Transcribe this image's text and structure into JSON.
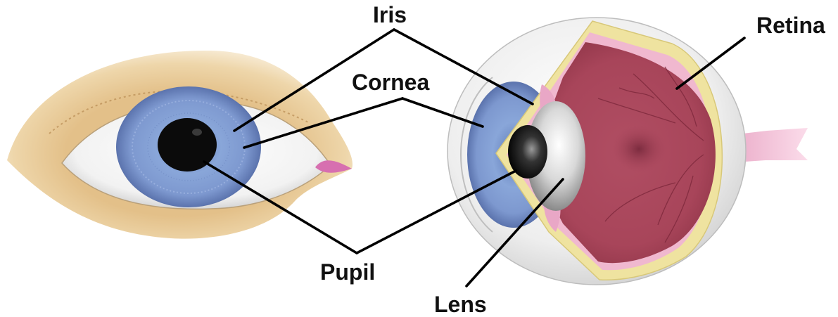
{
  "labels": {
    "iris": "Iris",
    "cornea": "Cornea",
    "retina": "Retina",
    "pupil": "Pupil",
    "lens": "Lens"
  },
  "colors": {
    "iris_blue": "#7f9fd4",
    "pupil_black": "#0b0b0b",
    "retina_red": "#b0485b",
    "sclera_yellow": "#efe3a0",
    "choroid_pink": "#f0b8cf",
    "eyelid_tan": "#e9ca94",
    "optic_nerve_pink": "#f6c9dd"
  }
}
